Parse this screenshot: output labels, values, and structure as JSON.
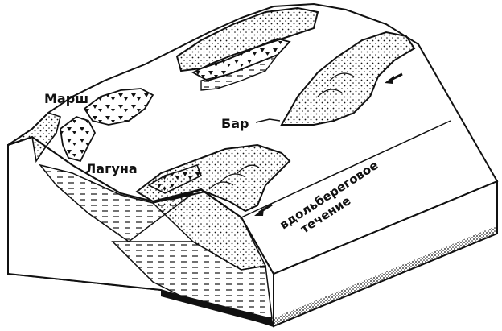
{
  "labels": {
    "marsh": "Марш",
    "lagoon": "Лагуна",
    "bar": "Бар",
    "current_line1": "вдольбереговое",
    "current_line2": "течение"
  },
  "icons": {
    "current_arrow_upper": "arrow-left-down-icon",
    "current_arrow_lower": "arrow-left-down-icon"
  },
  "colors": {
    "ink": "#111111",
    "paper": "#ffffff"
  }
}
